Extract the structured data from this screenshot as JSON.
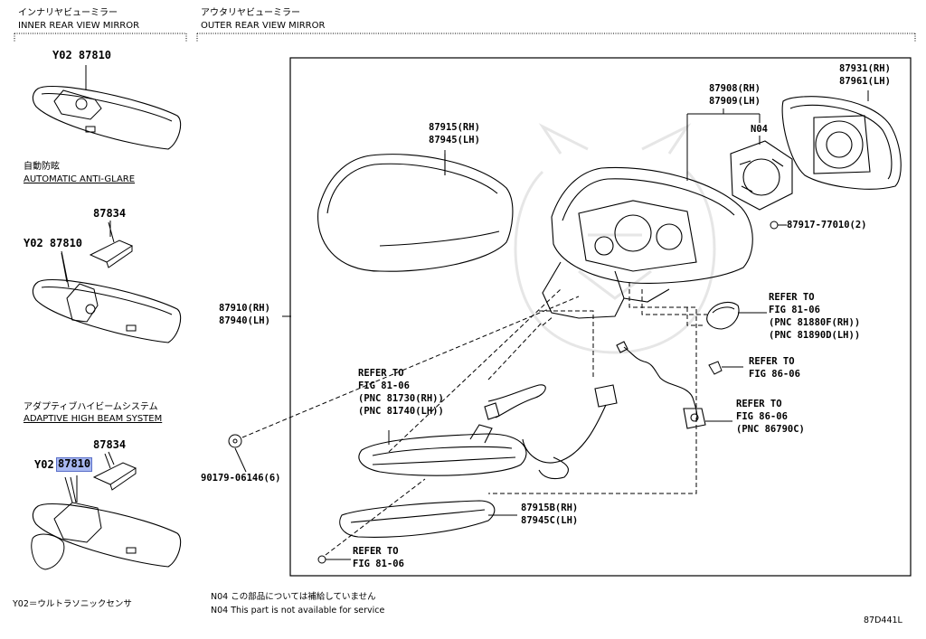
{
  "headers": {
    "inner_jp": "インナリヤビューミラー",
    "inner_en": "INNER REAR VIEW MIRROR",
    "outer_jp": "アウタリヤビューミラー",
    "outer_en": "OUTER REAR VIEW MIRROR"
  },
  "inner": {
    "mirror1_code": "Y02 87810",
    "anti_glare_jp": "自動防眩",
    "anti_glare_en": "AUTOMATIC ANTI-GLARE",
    "mirror2_cover": "87834",
    "mirror2_code": "Y02 87810",
    "adaptive_jp": "アダプティブハイビームシステム",
    "adaptive_en": "ADAPTIVE HIGH BEAM SYSTEM",
    "mirror3_cover": "87834",
    "mirror3_prefix": "Y02",
    "mirror3_highlight": "87810"
  },
  "outer": {
    "cover_rh": "87915(RH)",
    "cover_lh": "87945(LH)",
    "motor_rh": "87908(RH)",
    "motor_lh": "87909(LH)",
    "n04": "N04",
    "glass_rh": "87931(RH)",
    "glass_lh": "87961(LH)",
    "screw": "87917-77010(2)",
    "mirror_rh": "87910(RH)",
    "mirror_lh": "87940(LH)",
    "ref_lamp1_line1": "REFER TO",
    "ref_lamp1_line2": "FIG 81-06",
    "ref_lamp1_line3": "(PNC 81880F(RH))",
    "ref_lamp1_line4": "(PNC 81890D(LH))",
    "ref_clip_line1": "REFER TO",
    "ref_clip_line2": "FIG 86-06",
    "ref_conn_line1": "REFER TO",
    "ref_conn_line2": "FIG 86-06",
    "ref_conn_line3": "(PNC 86790C)",
    "ref_turn_line1": "REFER TO",
    "ref_turn_line2": "FIG 81-06",
    "ref_turn_line3": "(PNC 81730(RH))",
    "ref_turn_line4": "(PNC 81740(LH))",
    "clip": "90179-06146(6)",
    "garnish_rh": "87915B(RH)",
    "garnish_lh": "87945C(LH)",
    "ref_bot_line1": "REFER TO",
    "ref_bot_line2": "FIG 81-06"
  },
  "footer": {
    "y02_note": "Y02＝ウルトラソニックセンサ",
    "n04_jp": "N04 この部品については補給していません",
    "n04_en": "N04 This part is not available for service",
    "fig_code": "87D441L"
  }
}
